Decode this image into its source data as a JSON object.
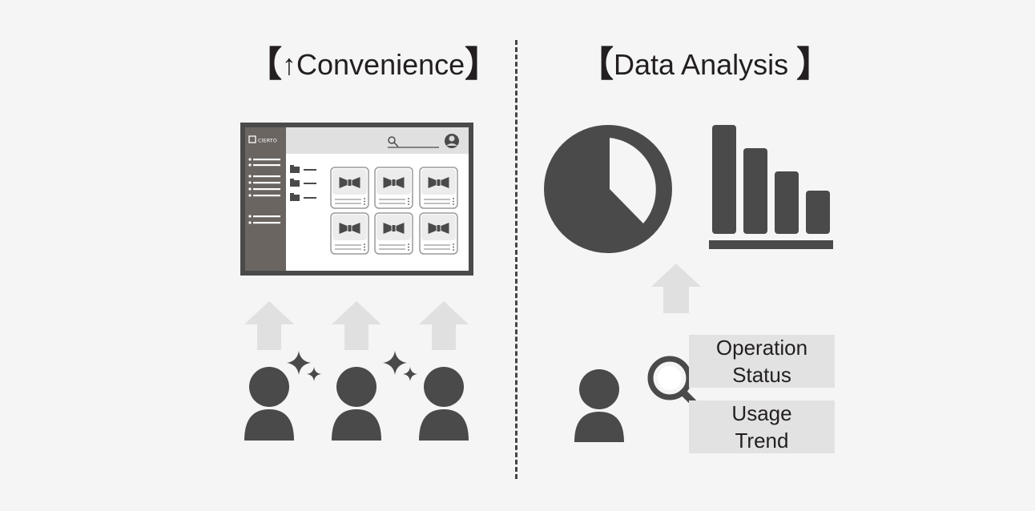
{
  "left_section": {
    "bracket_open": "【",
    "arrow_glyph": "↑",
    "title": "Convenience",
    "bracket_close": "】",
    "app_logo_text": "CIERTO"
  },
  "right_section": {
    "bracket_open": "【",
    "title": "Data Analysis ",
    "bracket_close": "】",
    "labels": [
      {
        "line1": "Operation",
        "line2": "Status"
      },
      {
        "line1": "Usage",
        "line2": "Trend"
      }
    ]
  },
  "colors": {
    "background": "#f4f5f4",
    "icon_dark": "#4a4a4a",
    "arrow_light": "#e0e0e0",
    "label_box": "#e2e2e2",
    "sidebar": "#6b6561"
  },
  "icons": [
    "user-icon",
    "sparkle-icon",
    "up-arrow-icon",
    "pie-chart-icon",
    "bar-chart-icon",
    "magnifier-icon",
    "search-icon",
    "folder-icon",
    "file-card-icon"
  ]
}
